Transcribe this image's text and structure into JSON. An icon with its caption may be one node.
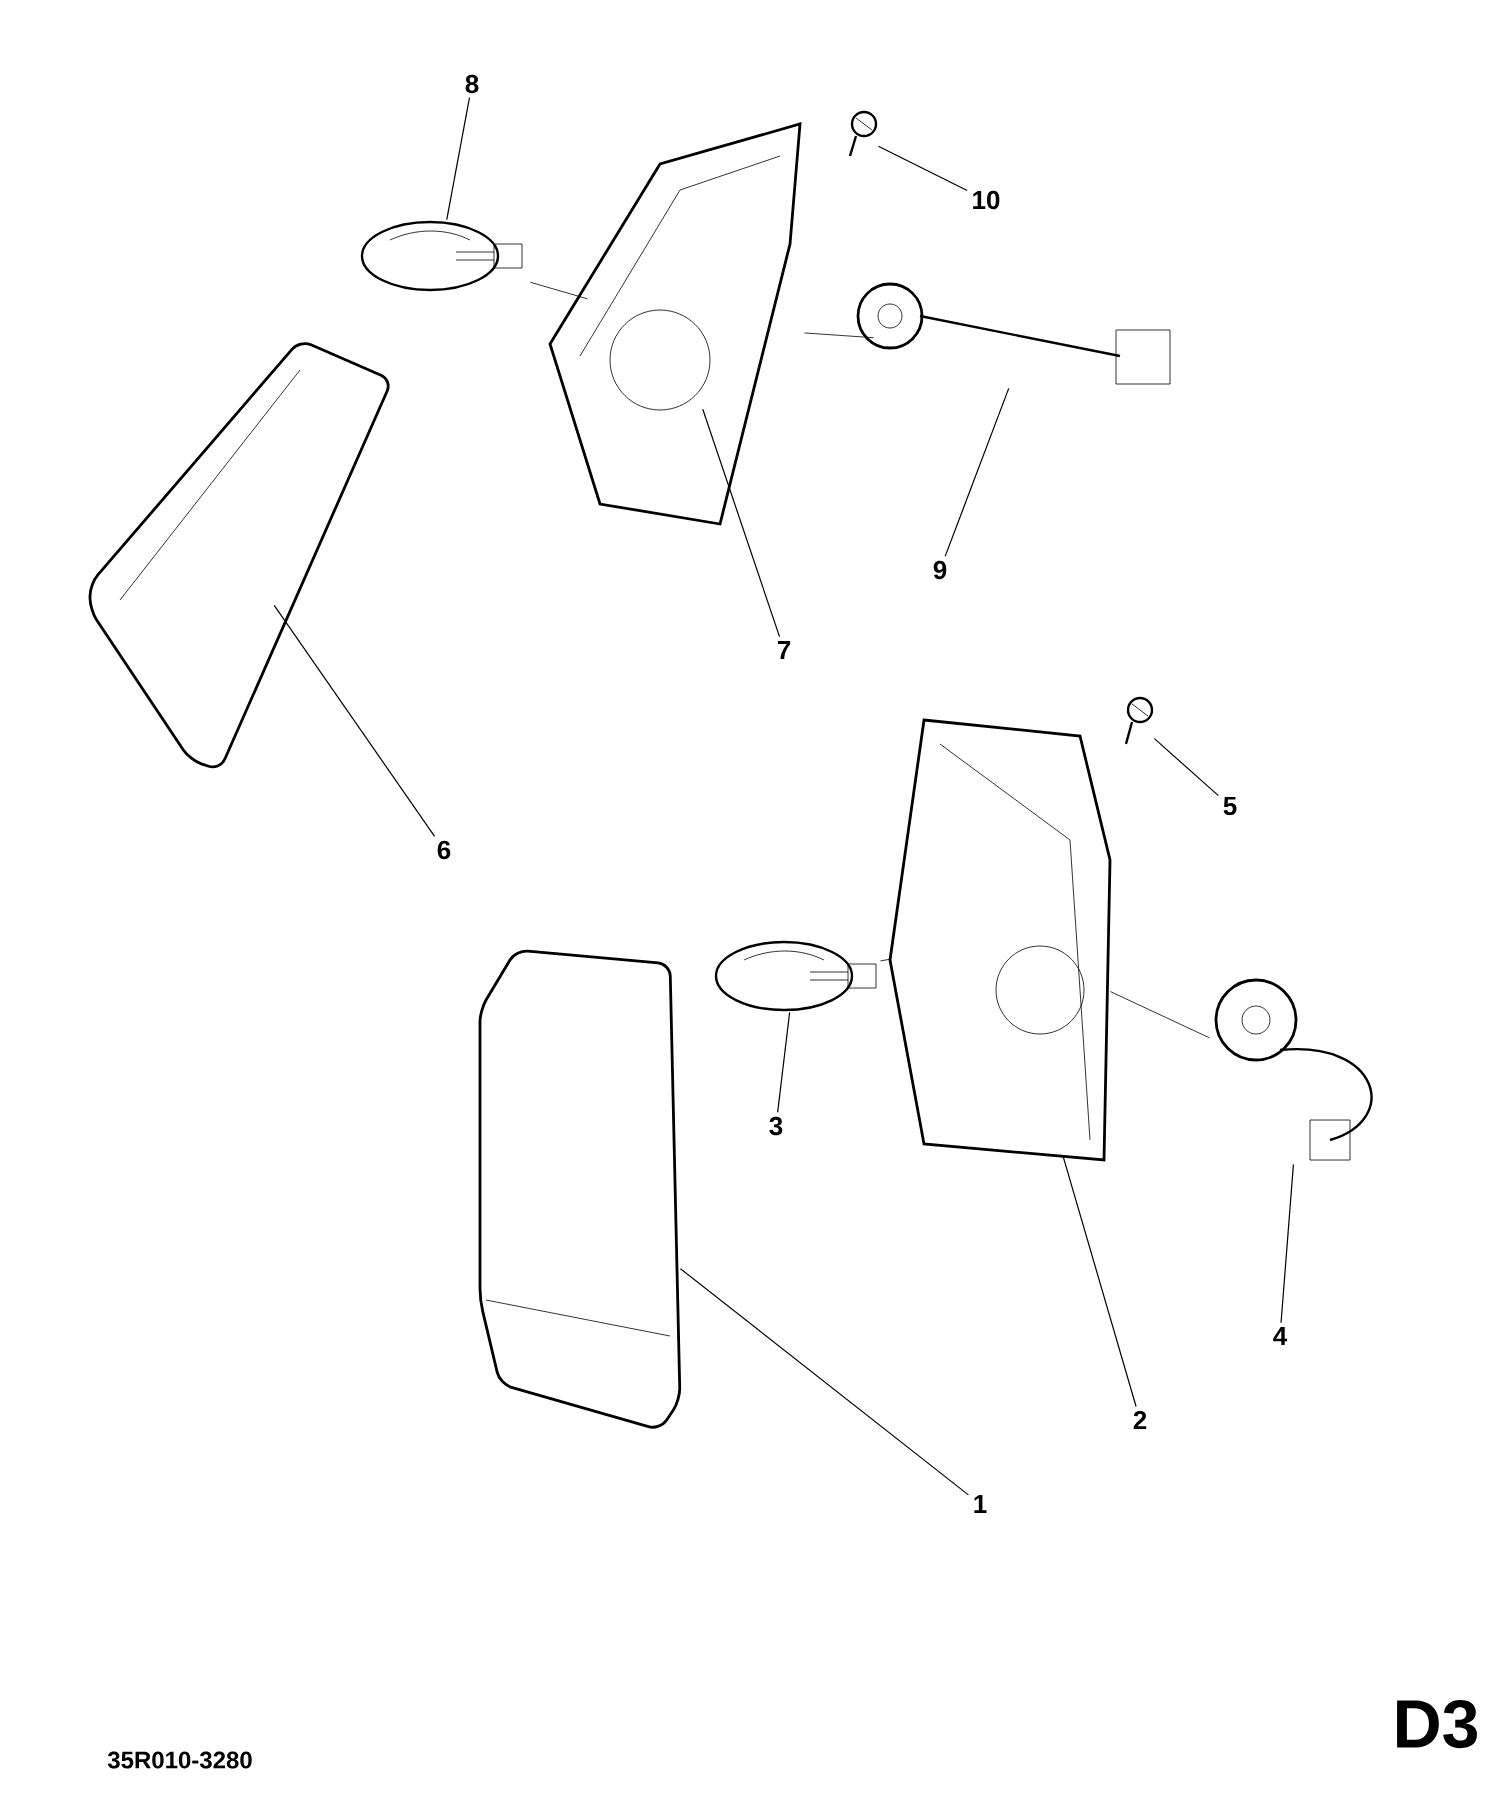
{
  "diagram": {
    "nodes": [
      {
        "text": [
          "1"
        ]
      },
      {
        "text": [
          "2"
        ]
      },
      {
        "text": [
          "3"
        ]
      },
      {
        "text": [
          "4"
        ]
      },
      {
        "text": [
          "5"
        ]
      },
      {
        "text": [
          "6"
        ]
      },
      {
        "text": [
          "7"
        ]
      },
      {
        "text": [
          "8"
        ]
      },
      {
        "text": [
          "9"
        ]
      },
      {
        "text": [
          "10"
        ]
      },
      {
        "text": [],
        "shape": "picture"
      },
      {
        "text": [],
        "shape": "picture"
      },
      {
        "text": [],
        "shape": "picture"
      },
      {
        "text": [],
        "shape": "picture"
      },
      {
        "text": [],
        "shape": "picture"
      },
      {
        "text": [],
        "shape": "picture"
      },
      {
        "text": [],
        "shape": "picture"
      },
      {
        "text": [],
        "shape": "picture"
      },
      {
        "text": [],
        "shape": "picture"
      },
      {
        "text": [],
        "shape": "picture"
      }
    ],
    "edges": [
      {
        "from": 0,
        "to": 10,
        "arrow": "none"
      },
      {
        "from": 1,
        "to": 11,
        "arrow": "none"
      },
      {
        "from": 2,
        "to": 12,
        "arrow": "none"
      },
      {
        "from": 3,
        "to": 13,
        "arrow": "none"
      },
      {
        "from": 4,
        "to": 14,
        "arrow": "none"
      },
      {
        "from": 5,
        "to": 15,
        "arrow": "none"
      },
      {
        "from": 6,
        "to": 16,
        "arrow": "none"
      },
      {
        "from": 7,
        "to": 17,
        "arrow": "none"
      },
      {
        "from": 8,
        "to": 18,
        "arrow": "none"
      },
      {
        "from": 9,
        "to": 19,
        "arrow": "none"
      },
      {
        "from": 17,
        "to": 16,
        "arrow": "none"
      },
      {
        "from": 16,
        "to": 18,
        "arrow": "none"
      },
      {
        "from": 12,
        "to": 11,
        "arrow": "none"
      },
      {
        "from": 11,
        "to": 13,
        "arrow": "none"
      }
    ],
    "labels": [
      "35R010-3280",
      "D3"
    ]
  }
}
